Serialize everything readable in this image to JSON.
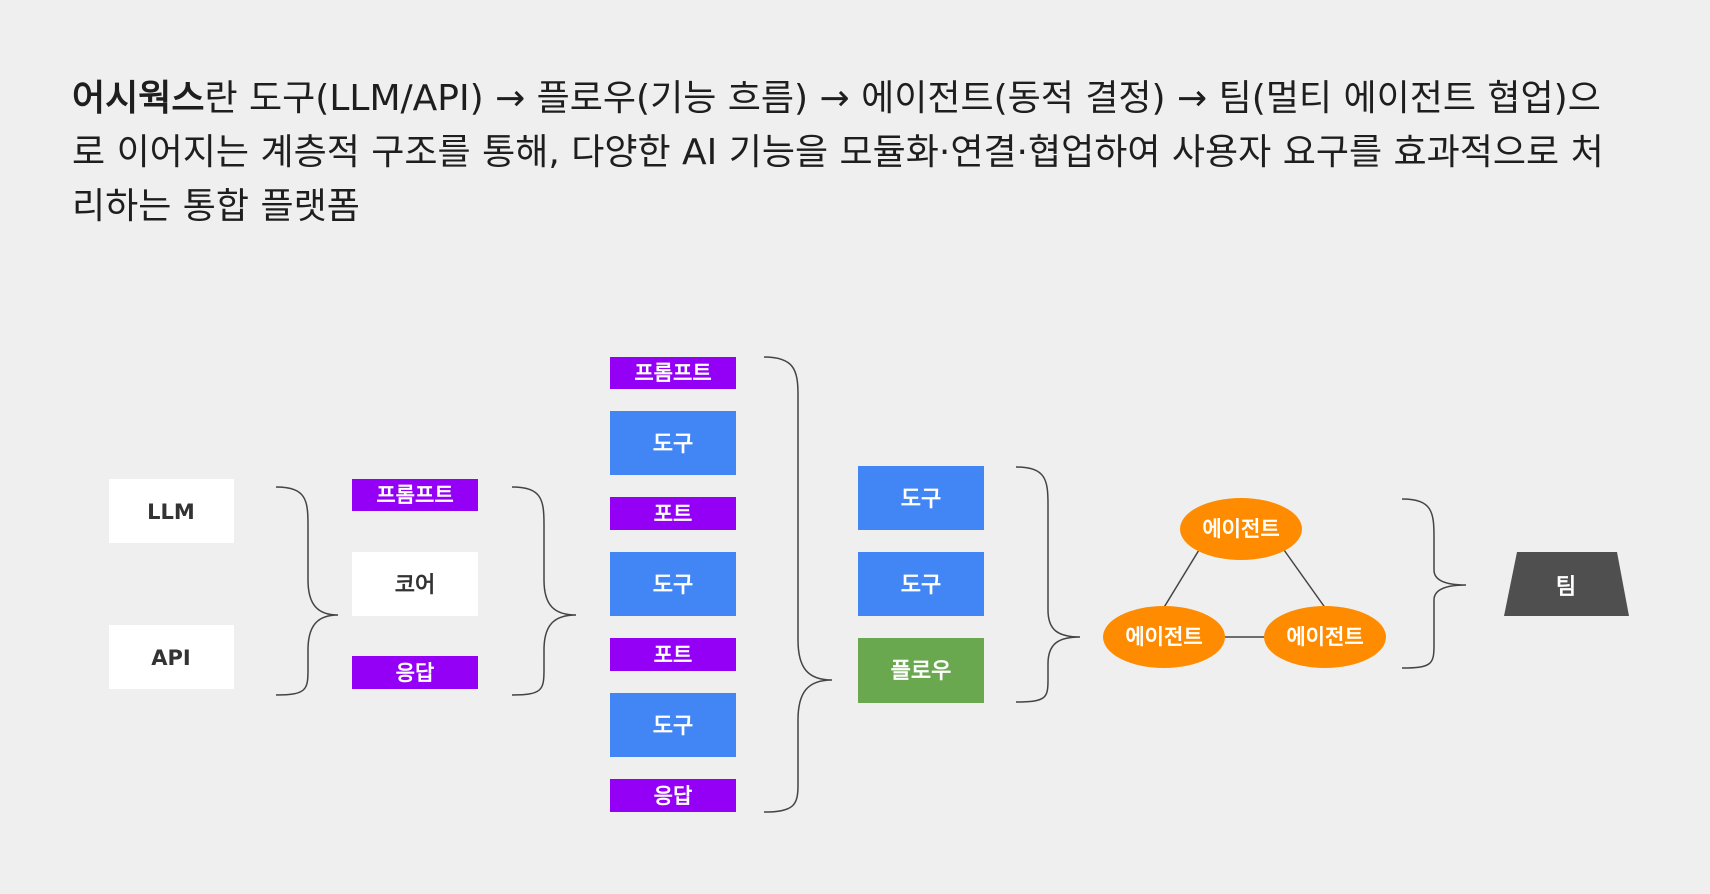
{
  "headline": {
    "brand": "어시웍스",
    "rest": "란 도구(LLM/API) → 플로우(기능 흐름) → 에이전트(동적 결정) → 팀(멀티 에이전트 협업)으로 이어지는 계층적 구조를 통해, 다양한 AI 기능을 모듈화·연결·협업하여 사용자 요구를 효과적으로 처리하는 통합 플랫폼"
  },
  "colors": {
    "background": "#efefef",
    "white_box": "#ffffff",
    "purple": "#9400f5",
    "blue": "#4285f4",
    "green": "#6aa84f",
    "orange": "#ff8c00",
    "team": "#4f4f4f",
    "line": "#444444"
  },
  "stage1": {
    "llm": "LLM",
    "api": "API"
  },
  "stage2": {
    "prompt": "프롬프트",
    "core": "코어",
    "response": "응답"
  },
  "stage3": {
    "prompt": "프롬프트",
    "tool1": "도구",
    "port1": "포트",
    "tool2": "도구",
    "port2": "포트",
    "tool3": "도구",
    "response": "응답"
  },
  "stage4": {
    "tool1": "도구",
    "tool2": "도구",
    "flow": "플로우"
  },
  "stage5": {
    "agent_top": "에이전트",
    "agent_left": "에이전트",
    "agent_right": "에이전트"
  },
  "stage6": {
    "team": "팀"
  }
}
